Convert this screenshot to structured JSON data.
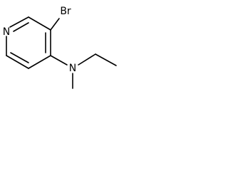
{
  "molecule": {
    "atoms": {
      "pyridine_n": "N",
      "bromo": "Br",
      "amine_n": "N"
    }
  }
}
